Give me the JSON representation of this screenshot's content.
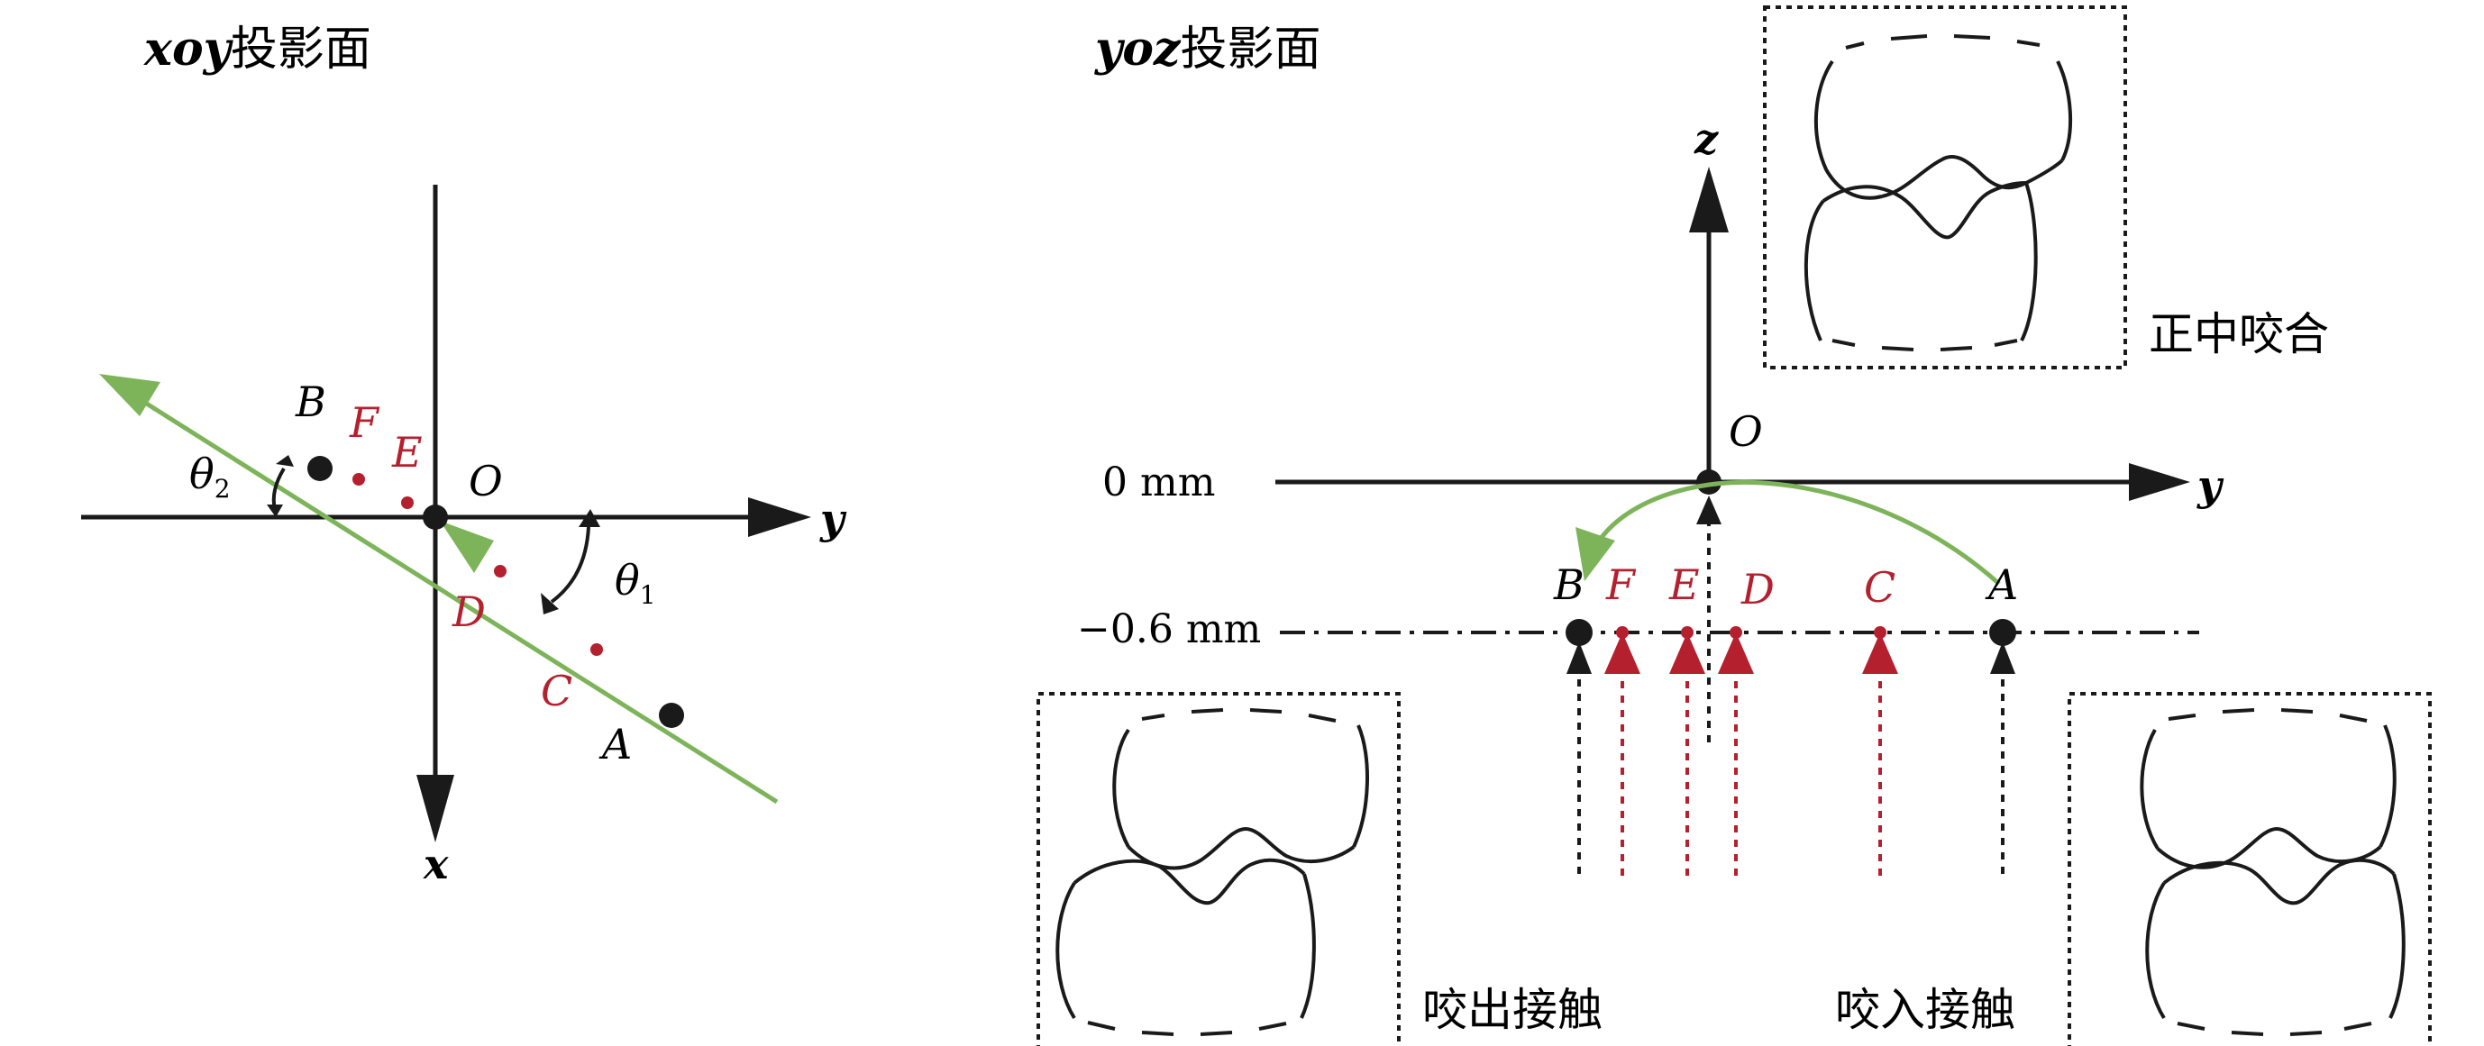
{
  "colors": {
    "ink": "#1a1a1a",
    "accent_red": "#b5202e",
    "accent_green": "#7db45a",
    "background": "#ffffff"
  },
  "xoy": {
    "title_italic": "xoy",
    "title_cn": "投影面",
    "axis_x": "x",
    "axis_y": "y",
    "origin": "O",
    "angle1_sym": "θ",
    "angle1_sub": "1",
    "angle2_sym": "θ",
    "angle2_sub": "2",
    "points": {
      "A": "A",
      "B": "B",
      "C": "C",
      "D": "D",
      "E": "E",
      "F": "F"
    }
  },
  "yoz": {
    "title_italic": "yoz",
    "title_cn": "投影面",
    "axis_z": "z",
    "axis_y": "y",
    "origin": "O",
    "level_zero": "0 mm",
    "level_minus": "−0.6 mm",
    "points": {
      "A": "A",
      "B": "B",
      "C": "C",
      "D": "D",
      "E": "E",
      "F": "F"
    }
  },
  "insets": {
    "top": "正中咬合",
    "bottom_left": "咬出接触",
    "bottom_right": "咬入接触"
  }
}
